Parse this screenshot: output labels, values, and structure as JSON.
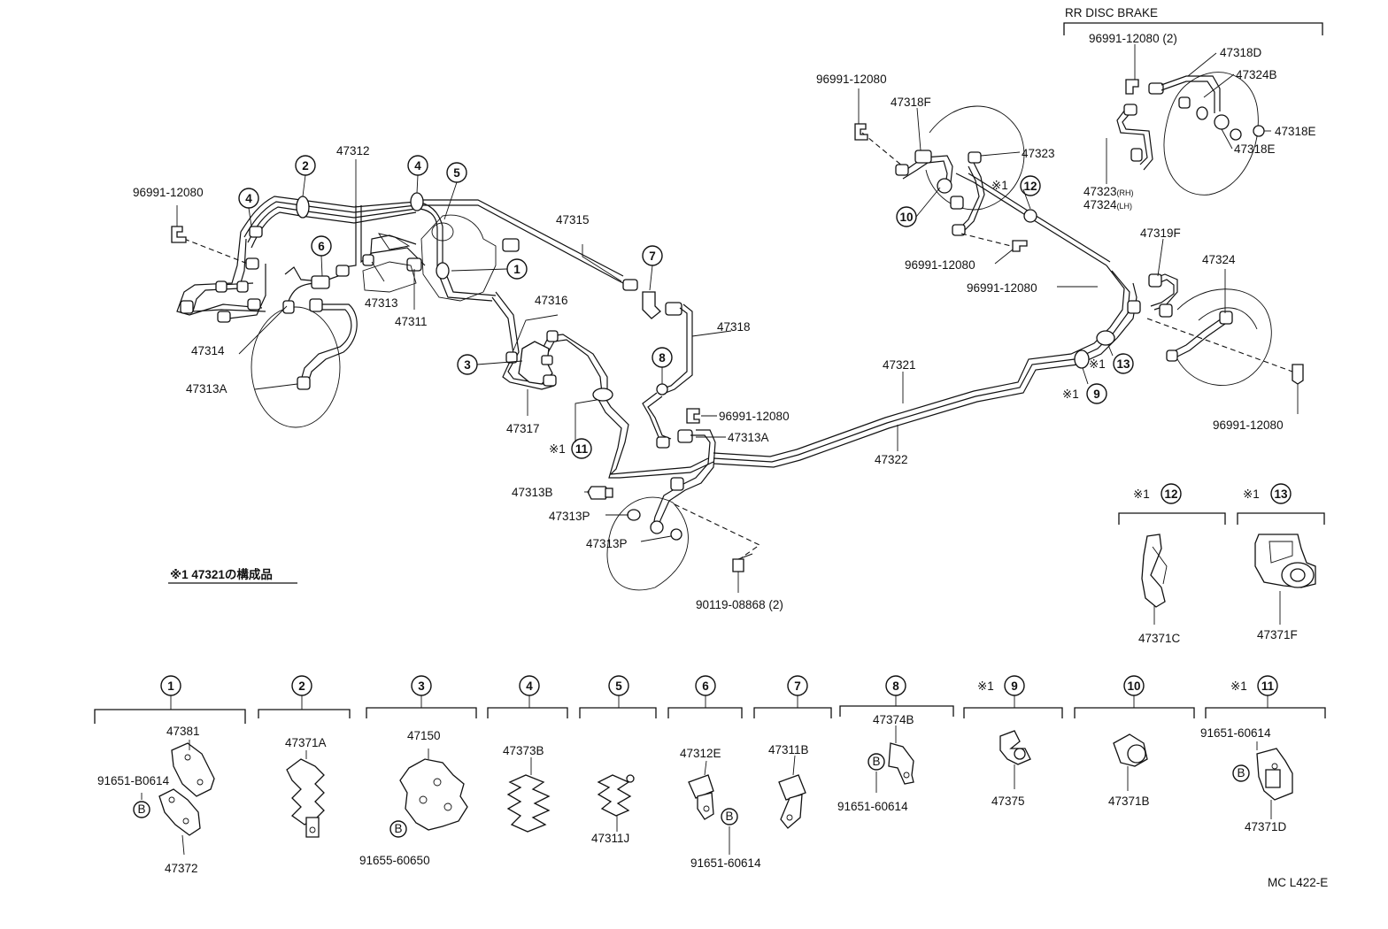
{
  "callouts": {
    "c1": "1",
    "c2": "2",
    "c3": "3",
    "c4": "4",
    "c5": "5",
    "c6": "6",
    "c7": "7",
    "c8": "8",
    "c9": "9",
    "c10": "10",
    "c11": "11",
    "c12": "12",
    "c13": "13",
    "b": "B",
    "note_mark": "※1"
  },
  "labels": {
    "rr_disc_brake": "RR DISC BRAKE",
    "p96991_tl": "96991-12080",
    "p47312": "47312",
    "p47313": "47313",
    "p47311": "47311",
    "p47314": "47314",
    "p47313A_l": "47313A",
    "p47315": "47315",
    "p47316": "47316",
    "p47317": "47317",
    "p47318": "47318",
    "p96991_mid": "96991-12080",
    "p47313A_m": "47313A",
    "p47313B": "47313B",
    "p47313P_1": "47313P",
    "p47313P_2": "47313P",
    "p90119": "90119-08868 (2)",
    "p47321": "47321",
    "p47322": "47322",
    "p96991_tc": "96991-12080",
    "p47318F": "47318F",
    "p47323": "47323",
    "p96991_c1": "96991-12080",
    "p96991_c2": "96991-12080",
    "p96991_2": "96991-12080 (2)",
    "p47318D": "47318D",
    "p47324B": "47324B",
    "p47318E_1": "47318E",
    "p47318E_2": "47318E",
    "p47323RH": "47323",
    "p47323RH_suffix": "(RH)",
    "p47324LH": "47324",
    "p47324LH_suffix": "(LH)",
    "p47319F": "47319F",
    "p47324": "47324",
    "p96991_r": "96991-12080",
    "p47371C": "47371C",
    "p47371F": "47371F",
    "note": "※1 47321の構成品",
    "p47381": "47381",
    "p91651_B": "91651-B0614",
    "p47372": "47372",
    "p47371A": "47371A",
    "p47150": "47150",
    "p91655": "91655-60650",
    "p47373B": "47373B",
    "p47311J": "47311J",
    "p47312E": "47312E",
    "p91651_6": "91651-60614",
    "p47311B": "47311B",
    "p47374B": "47374B",
    "p91651_8": "91651-60614",
    "p47375": "47375",
    "p47371B": "47371B",
    "p91651_11": "91651-60614",
    "p47371D": "47371D",
    "figure_code": "MC L422-E"
  }
}
